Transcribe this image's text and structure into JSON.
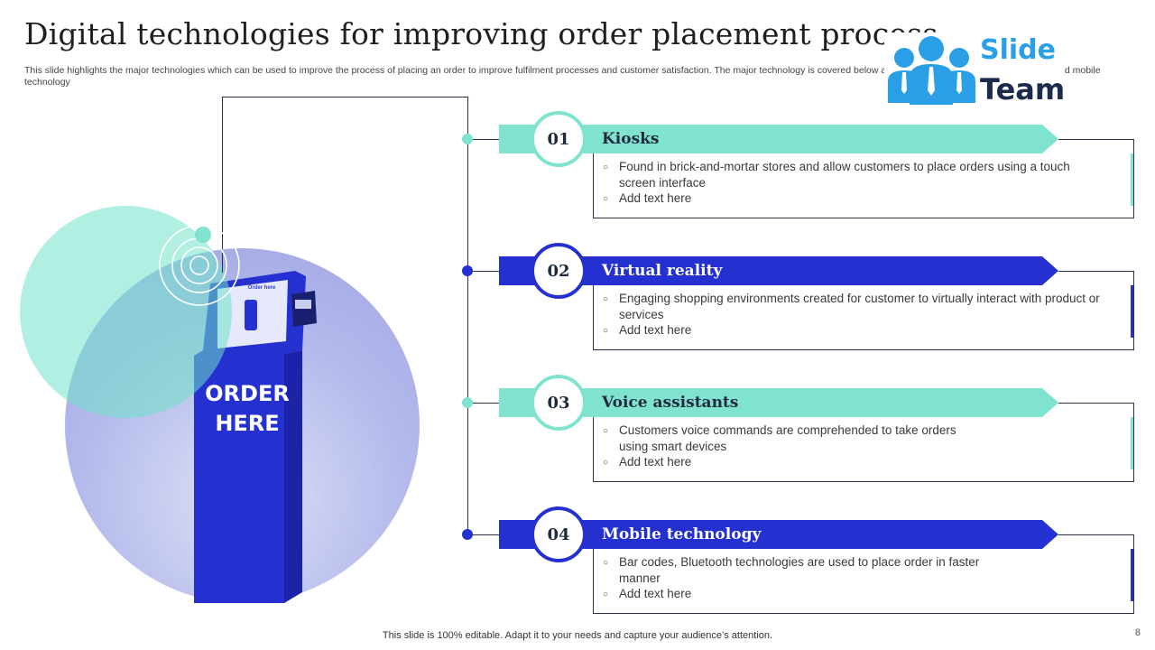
{
  "header": {
    "title": "Digital technologies for improving order placement process",
    "subtitle": "This slide highlights the major technologies which can be used to improve the process of placing an order to improve fulfilment processes and customer satisfaction. The major technology is covered below are kiosks, virtual reality, voice assistant, and mobile technology"
  },
  "logo": {
    "word1": "Slide",
    "word2": "Team",
    "icon": "team-people-icon"
  },
  "image": {
    "kiosk_text": "ORDER HERE",
    "screen_text": "Order here"
  },
  "colors": {
    "green": "#7fe3cf",
    "blue": "#2530d0",
    "dark": "#2a3350"
  },
  "items": [
    {
      "number": "01",
      "title": "Kiosks",
      "bullets": [
        "Found in brick-and-mortar stores and allow customers to place orders using a touch screen interface",
        "Add text here"
      ]
    },
    {
      "number": "02",
      "title": "Virtual reality",
      "bullets": [
        "Engaging shopping environments created for customer to virtually interact with product or services",
        "Add text here"
      ]
    },
    {
      "number": "03",
      "title": "Voice assistants",
      "bullets": [
        "Customers voice commands are comprehended to take orders using smart devices",
        "Add text here"
      ]
    },
    {
      "number": "04",
      "title": "Mobile technology",
      "bullets": [
        "Bar codes, Bluetooth technologies are used to place order in faster manner",
        "Add text here"
      ]
    }
  ],
  "footer": {
    "text": "This slide is 100% editable. Adapt it to your needs and capture your audience’s attention.",
    "page": "8"
  }
}
